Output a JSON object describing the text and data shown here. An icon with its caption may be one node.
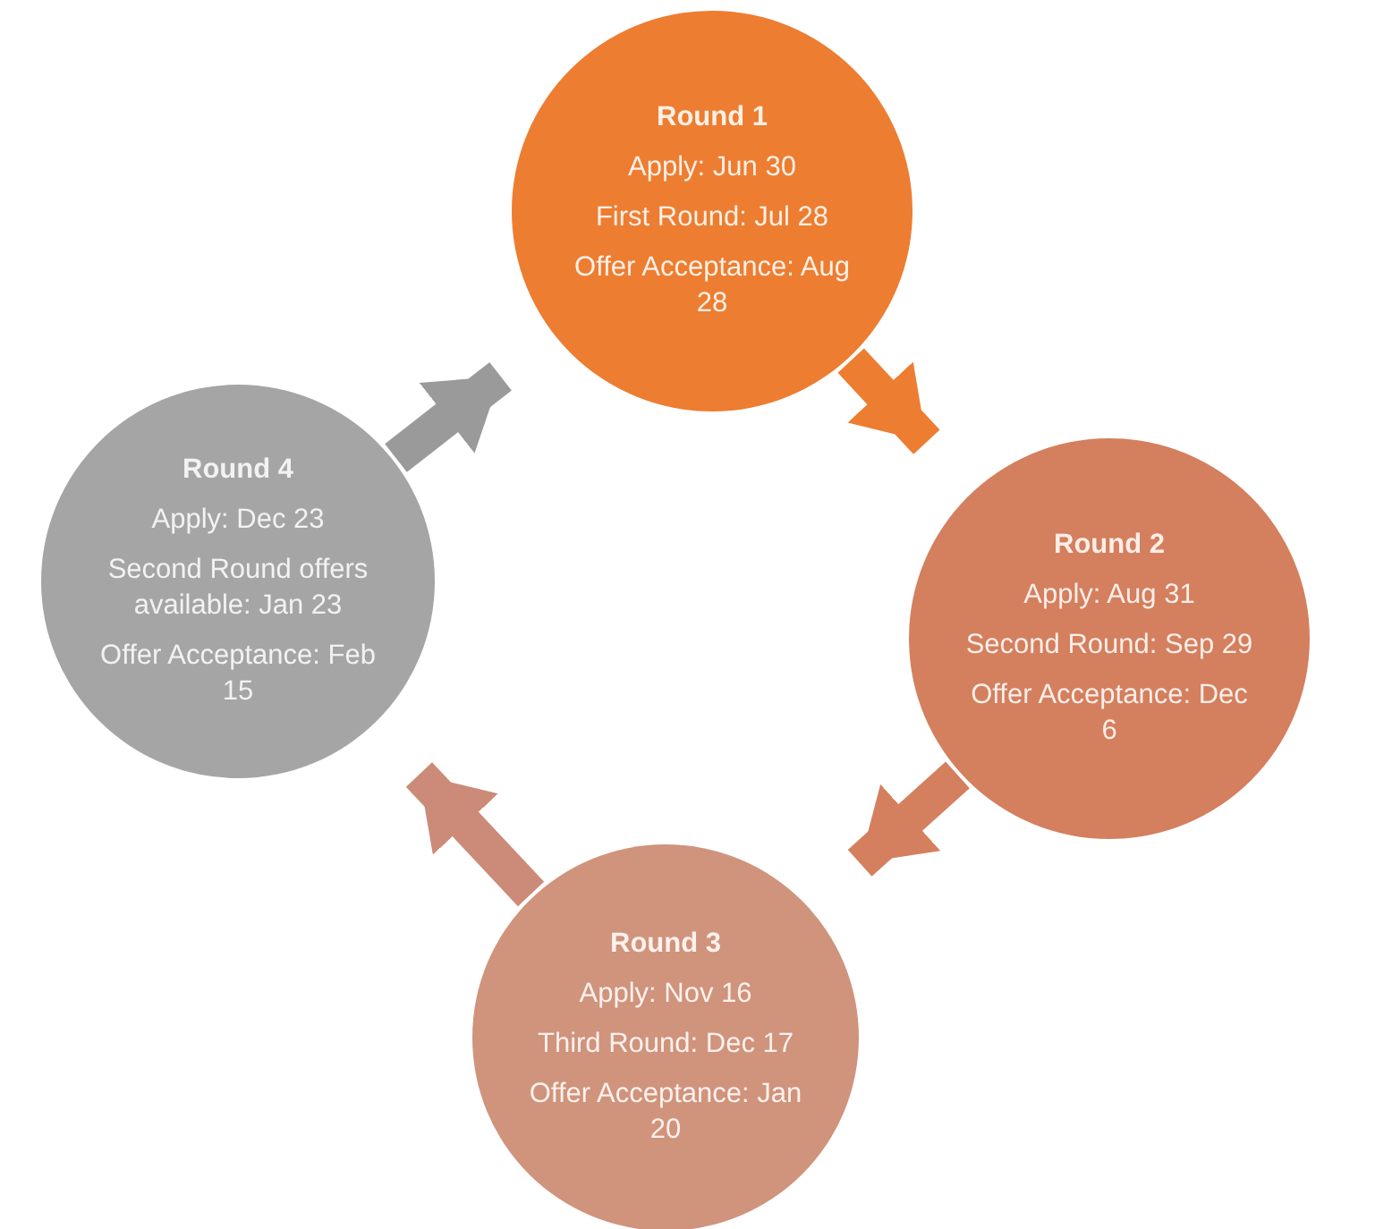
{
  "diagram": {
    "nodes": [
      {
        "text": [
          "Round 1",
          "Apply: Jun 30",
          "First Round: Jul 28",
          "Offer Acceptance: Aug 28"
        ]
      },
      {
        "text": [
          "Round 2",
          "Apply: Aug 31",
          "Second Round: Sep 29",
          "Offer Acceptance: Dec 6"
        ]
      },
      {
        "text": [
          "Round 3",
          "Apply: Nov 16",
          "Third Round: Dec 17",
          "Offer Acceptance: Jan 20"
        ]
      },
      {
        "text": [
          "Round 4",
          "Apply: Dec 23",
          "Second Round offers available: Jan 23",
          "Offer Acceptance: Feb 15"
        ]
      }
    ],
    "edges": [
      {
        "from": 0,
        "to": 1,
        "arrow": "to",
        "color": "#ed7d31"
      },
      {
        "from": 1,
        "to": 2,
        "arrow": "to",
        "color": "#d47f5e"
      },
      {
        "from": 2,
        "to": 3,
        "arrow": "to",
        "color": "#cc8a78"
      },
      {
        "from": 3,
        "to": 0,
        "arrow": "to",
        "color": "#9a9a9a"
      }
    ]
  }
}
